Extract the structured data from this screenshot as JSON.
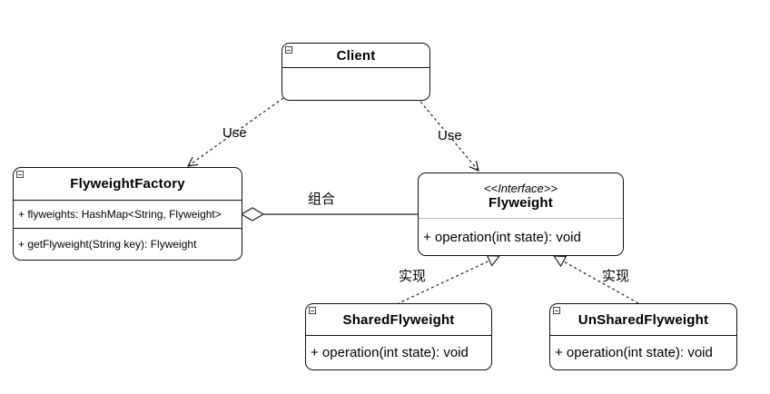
{
  "classes": {
    "client": {
      "name": "Client"
    },
    "factory": {
      "name": "FlyweightFactory",
      "attribute": "+ flyweights: HashMap<String, Flyweight>",
      "method": "+ getFlyweight(String key): Flyweight"
    },
    "flyweight": {
      "stereotype": "<<Interface>>",
      "name": "Flyweight",
      "method": "+ operation(int state): void"
    },
    "shared": {
      "name": "SharedFlyweight",
      "method": "+ operation(int state): void"
    },
    "unshared": {
      "name": "UnSharedFlyweight",
      "method": "+ operation(int state): void"
    }
  },
  "edges": {
    "use_left": "Use",
    "use_right": "Use",
    "composition": "组合",
    "realize_left": "实现",
    "realize_right": "实现"
  }
}
